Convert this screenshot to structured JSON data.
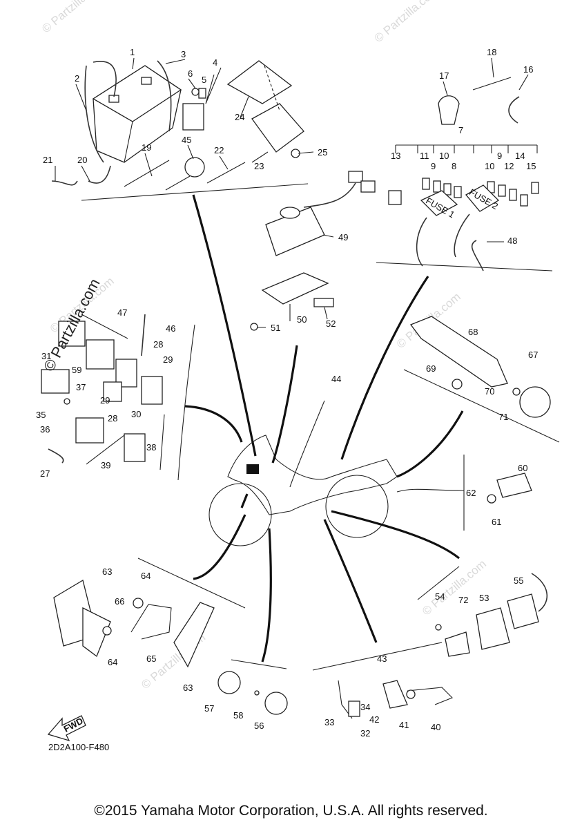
{
  "diagram": {
    "code": "2D2A100-F480",
    "copyright": "©2015 Yamaha Motor Corporation, U.S.A. All rights reserved.",
    "center_watermark": "© Partzilla.com",
    "watermark": "© Partzilla.com",
    "fwd_label": "FWD",
    "fuse_labels": [
      "FUSE 1",
      "FUSE 2"
    ],
    "callouts": {
      "p1": "1",
      "p2": "2",
      "p3": "3",
      "p4": "4",
      "p5": "5",
      "p6": "6",
      "p7": "7",
      "p8a": "8",
      "p8b": "8",
      "p9a": "9",
      "p9b": "9",
      "p10a": "10",
      "p10b": "10",
      "p11": "11",
      "p12": "12",
      "p13": "13",
      "p14": "14",
      "p15": "15",
      "p16": "16",
      "p17": "17",
      "p18": "18",
      "p19": "19",
      "p20": "20",
      "p21": "21",
      "p22": "22",
      "p23": "23",
      "p24": "24",
      "p25": "25",
      "p27": "27",
      "p28a": "28",
      "p28b": "28",
      "p29a": "29",
      "p29b": "29",
      "p30": "30",
      "p31": "31",
      "p32": "32",
      "p33": "33",
      "p34": "34",
      "p35": "35",
      "p36": "36",
      "p37": "37",
      "p38": "38",
      "p39": "39",
      "p40": "40",
      "p41": "41",
      "p42": "42",
      "p43": "43",
      "p44": "44",
      "p45": "45",
      "p46": "46",
      "p47": "47",
      "p48": "48",
      "p49": "49",
      "p50": "50",
      "p51": "51",
      "p52": "52",
      "p53": "53",
      "p54": "54",
      "p55": "55",
      "p56": "56",
      "p57": "57",
      "p58": "58",
      "p59": "59",
      "p60": "60",
      "p61": "61",
      "p62": "62",
      "p63a": "63",
      "p63b": "63",
      "p64a": "64",
      "p64b": "64",
      "p65": "65",
      "p66": "66",
      "p67": "67",
      "p68": "68",
      "p69": "69",
      "p70": "70",
      "p71": "71",
      "p72": "72"
    }
  }
}
